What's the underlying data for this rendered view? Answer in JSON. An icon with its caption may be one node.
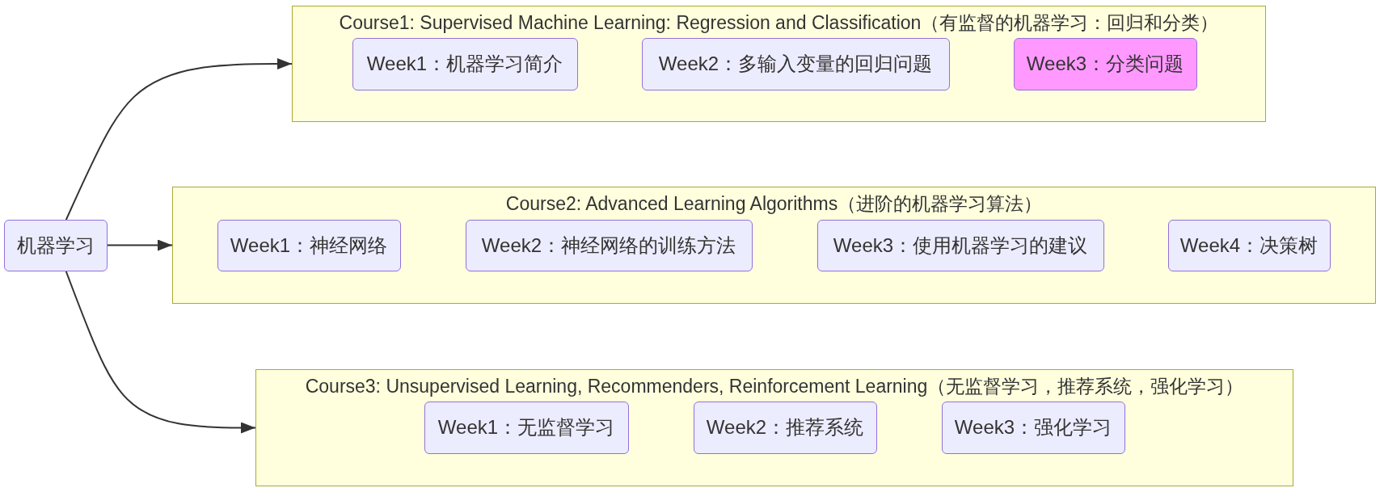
{
  "diagram": {
    "nodes": [
      {
        "text": [
          "机器学习"
        ]
      },
      {
        "text": [
          "Course1: Supervised Machine Learning: Regression and Classification（有监督的机器学习：回归和分类）"
        ]
      },
      {
        "text": [
          "Week1：机器学习简介"
        ],
        "in": 1
      },
      {
        "text": [
          "Week2：多输入变量的回归问题"
        ],
        "in": 1
      },
      {
        "text": [
          "Week3：分类问题"
        ],
        "in": 1
      },
      {
        "text": [
          "Course2: Advanced Learning Algorithms（进阶的机器学习算法）"
        ]
      },
      {
        "text": [
          "Week1：神经网络"
        ],
        "in": 5
      },
      {
        "text": [
          "Week2：神经网络的训练方法"
        ],
        "in": 5
      },
      {
        "text": [
          "Week3：使用机器学习的建议"
        ],
        "in": 5
      },
      {
        "text": [
          "Week4：决策树"
        ],
        "in": 5
      },
      {
        "text": [
          "Course3: Unsupervised Learning, Recommenders, Reinforcement Learning（无监督学习，推荐系统，强化学习）"
        ]
      },
      {
        "text": [
          "Week1：无监督学习"
        ],
        "in": 10
      },
      {
        "text": [
          "Week2：推荐系统"
        ],
        "in": 10
      },
      {
        "text": [
          "Week3：强化学习"
        ],
        "in": 10
      }
    ],
    "edges": [
      {
        "from": 0,
        "to": 1,
        "arrow": "to"
      },
      {
        "from": 0,
        "to": 5,
        "arrow": "to"
      },
      {
        "from": 0,
        "to": 10,
        "arrow": "to"
      }
    ]
  }
}
